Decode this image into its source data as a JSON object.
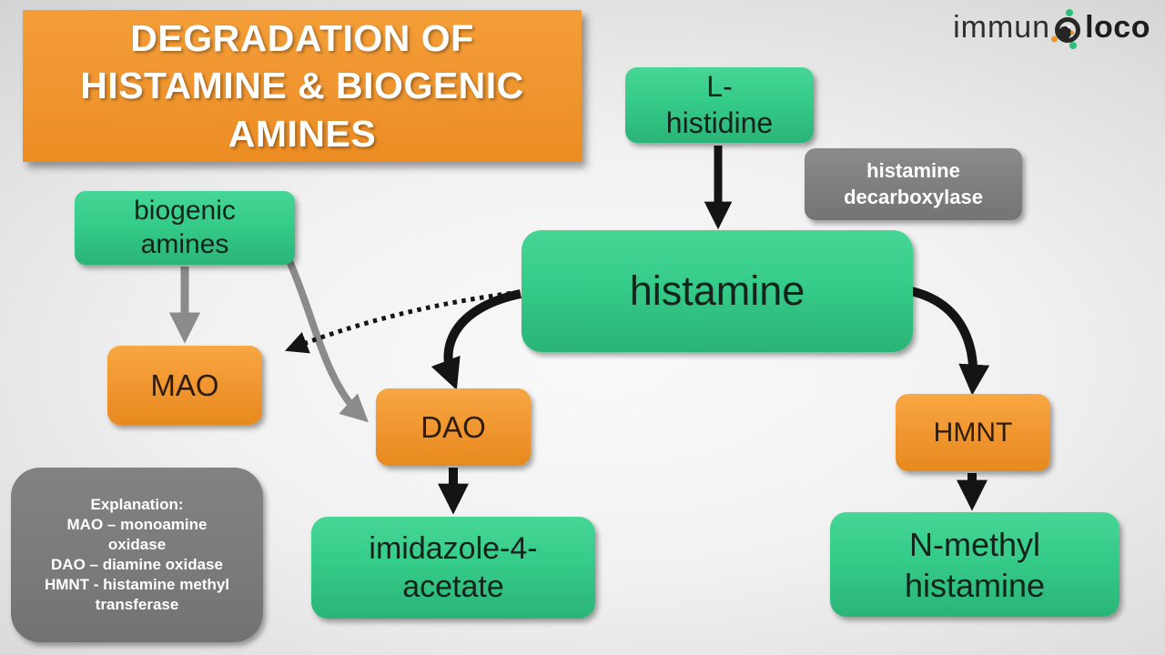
{
  "slide": {
    "title_lines": [
      "DEGRADATION OF",
      "HISTAMINE & BIOGENIC",
      "AMINES"
    ],
    "logo": {
      "text_light": "immun",
      "o_icon": "dotted-o-icon",
      "text_bold": "loco"
    },
    "nodes": {
      "l_histidine": {
        "lines": [
          "L-",
          "histidine"
        ]
      },
      "histamine_decarboxylase": {
        "lines": [
          "histamine",
          "decarboxylase"
        ]
      },
      "histamine": {
        "label": "histamine"
      },
      "biogenic_amines": {
        "lines": [
          "biogenic",
          "amines"
        ]
      },
      "mao": {
        "label": "MAO"
      },
      "dao": {
        "label": "DAO"
      },
      "hmnt": {
        "label": "HMNT"
      },
      "imidazole_4_acetate": {
        "lines": [
          "imidazole-4-",
          "acetate"
        ]
      },
      "n_methyl_histamine": {
        "lines": [
          "N-methyl",
          "histamine"
        ]
      }
    },
    "explanation": {
      "lines": [
        "Explanation:",
        "MAO – monoamine",
        "oxidase",
        "DAO – diamine oxidase",
        "HMNT -  histamine methyl",
        "transferase"
      ]
    },
    "connections": [
      {
        "from": "L-histidine",
        "to": "histamine",
        "style": "black-solid",
        "enzyme_label": "histamine decarboxylase"
      },
      {
        "from": "histamine",
        "to": "DAO",
        "style": "black-solid"
      },
      {
        "from": "histamine",
        "to": "HMNT",
        "style": "black-solid"
      },
      {
        "from": "DAO",
        "to": "imidazole-4-acetate",
        "style": "black-solid"
      },
      {
        "from": "HMNT",
        "to": "N-methyl histamine",
        "style": "black-solid"
      },
      {
        "from": "biogenic amines",
        "to": "MAO",
        "style": "gray-solid"
      },
      {
        "from": "biogenic amines",
        "to": "DAO",
        "style": "gray-solid"
      },
      {
        "from": "histamine",
        "to": "MAO",
        "style": "black-dotted"
      }
    ],
    "colors": {
      "green": "#35cb89",
      "orange": "#f0952f",
      "gray_box": "#7d7d7d",
      "arrow_black": "#141414",
      "arrow_gray": "#8b8b8b",
      "title_text": "#ffffff",
      "background_edge": "#c8c8c8",
      "logo_green_dot": "#2fbf7e",
      "logo_orange_dot": "#f0952f"
    }
  }
}
